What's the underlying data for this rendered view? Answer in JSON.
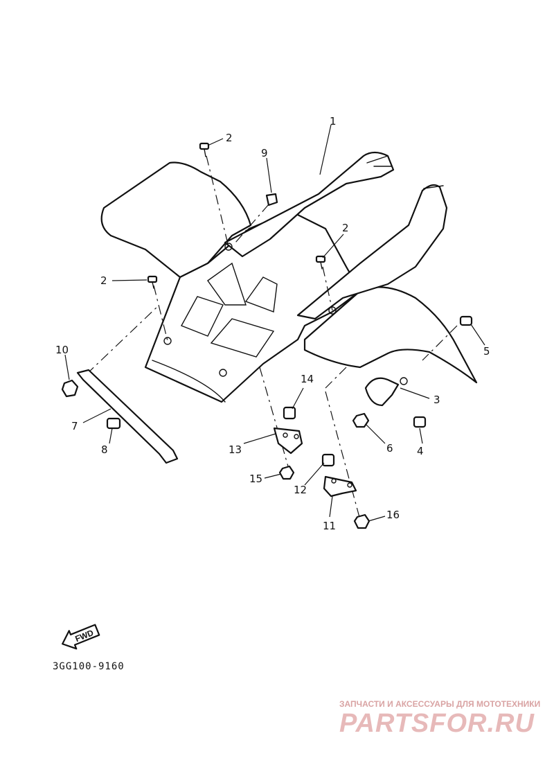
{
  "diagram": {
    "callouts": [
      {
        "id": "c1",
        "label": "1"
      },
      {
        "id": "c2a",
        "label": "2"
      },
      {
        "id": "c2b",
        "label": "2"
      },
      {
        "id": "c2c",
        "label": "2"
      },
      {
        "id": "c3",
        "label": "3"
      },
      {
        "id": "c4",
        "label": "4"
      },
      {
        "id": "c5",
        "label": "5"
      },
      {
        "id": "c6",
        "label": "6"
      },
      {
        "id": "c7",
        "label": "7"
      },
      {
        "id": "c8",
        "label": "8"
      },
      {
        "id": "c9",
        "label": "9"
      },
      {
        "id": "c10",
        "label": "10"
      },
      {
        "id": "c11",
        "label": "11"
      },
      {
        "id": "c12",
        "label": "12"
      },
      {
        "id": "c13",
        "label": "13"
      },
      {
        "id": "c14",
        "label": "14"
      },
      {
        "id": "c15",
        "label": "15"
      },
      {
        "id": "c16",
        "label": "16"
      }
    ],
    "fwd_label": "FWD",
    "part_code": "3GG100-9160"
  },
  "watermark": {
    "subtitle": "ЗАПЧАСТИ И АКСЕССУАРЫ ДЛЯ МОТОТЕХНИКИ",
    "brand": "PARTSFOR.RU",
    "color": "#e7b9b9"
  }
}
